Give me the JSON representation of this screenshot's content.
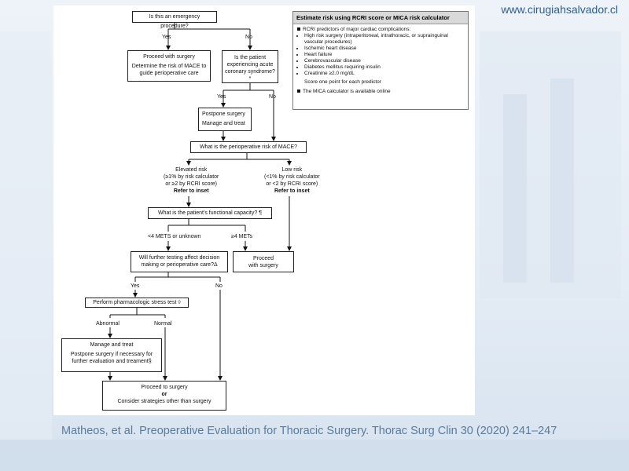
{
  "site_url": "www.cirugiahsalvador.cl",
  "caption": "Matheos, et al. Preoperative Evaluation for Thoracic Surgery. Thorac Surg Clin 30 (2020) 241–247",
  "flowchart": {
    "q_emergency": "Is this an emergency procedure?",
    "yes1": "Yes",
    "no1": "No",
    "proceed_surgery_line1": "Proceed with surgery",
    "proceed_surgery_line2": "Determine the risk of MACE to guide perioperative care",
    "q_acs": "Is the patient experiencing acute coronary syndrome?*",
    "yes2": "Yes",
    "no2": "No",
    "postpone_line1": "Postpone surgery",
    "postpone_line2": "Manage and treat",
    "q_risk": "What is the perioperative risk of MACE?",
    "elevated_line1": "Elevated risk",
    "elevated_line2": "(≥1% by risk calculator",
    "elevated_line3": "or ≥2 by RCRI score)",
    "elevated_line4": "Refer to inset",
    "low_line1": "Low risk",
    "low_line2": "(<1% by risk calculator",
    "low_line3": "or <2 by RCRI score)",
    "low_line4": "Refer to inset",
    "q_functional": "What is the patient's functional capacity? ¶",
    "mets_low": "<4 METS or unknown",
    "mets_high": "≥4 METs",
    "q_testing": "Will further testing affect decision making or perioperative care?Δ",
    "proceed_box_line1": "Proceed",
    "proceed_box_line2": "with surgery",
    "yes3": "Yes",
    "no3": "No",
    "stress_test": "Perform pharmacologic stress test ◊",
    "abnormal": "Abnormal",
    "normal": "Normal",
    "manage_line1": "Manage and treat",
    "manage_line2": "Postpone surgery if necessary for further evaluation and treament§",
    "final_line1": "Proceed to surgery",
    "final_line2": "or",
    "final_line3": "Consider strategies other than surgery"
  },
  "inset": {
    "title": "Estimate risk using RCRI score or MICA risk calculator",
    "intro": "RCRI predictors of major cardiac complications:",
    "predictors": [
      "High risk surgery (intraperitoneal, intrathoracic, or suprainguinal vascular procedures)",
      "Ischemic heart disease",
      "Heart failure",
      "Cerebrovascular disease",
      "Diabetes mellitus requiring insulin",
      "Creatinine ≥2.0 mg/dL"
    ],
    "score_note": "Score one point for each predictor",
    "mica_note": "The MICA calculator is available online"
  }
}
